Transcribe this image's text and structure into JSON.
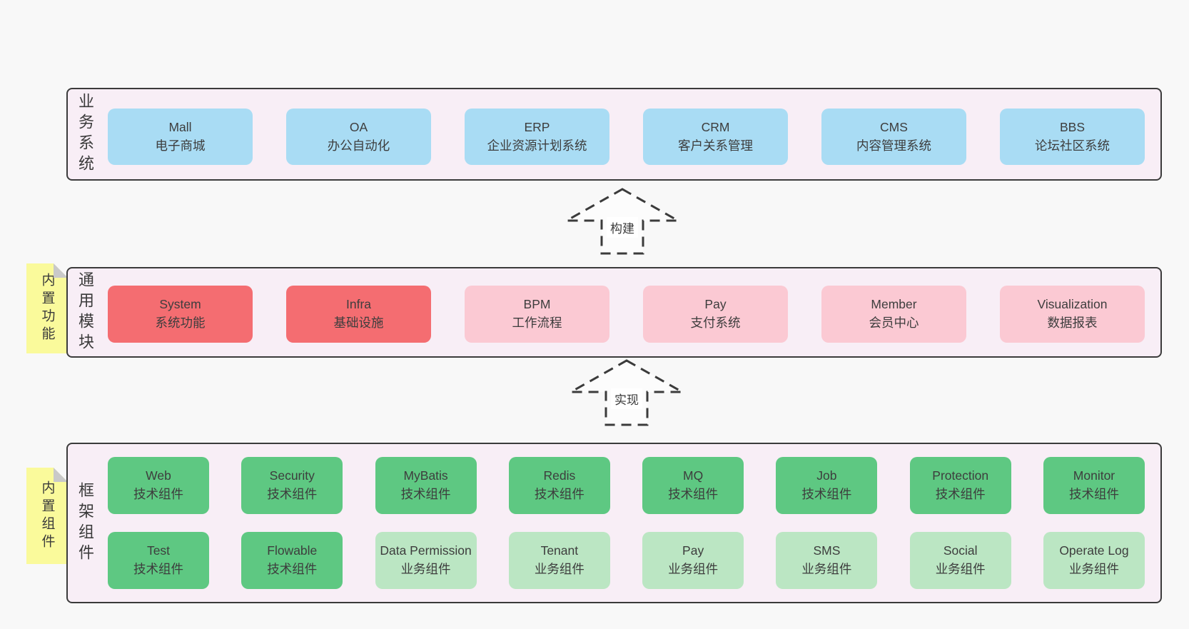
{
  "diagram": {
    "bands": {
      "business": {
        "label": "业务系统",
        "boxes": [
          {
            "title": "Mall",
            "subtitle": "电子商城"
          },
          {
            "title": "OA",
            "subtitle": "办公自动化"
          },
          {
            "title": "ERP",
            "subtitle": "企业资源计划系统"
          },
          {
            "title": "CRM",
            "subtitle": "客户关系管理"
          },
          {
            "title": "CMS",
            "subtitle": "内容管理系统"
          },
          {
            "title": "BBS",
            "subtitle": "论坛社区系统"
          }
        ]
      },
      "modules": {
        "label": "通用模块",
        "sticky": "内置功能",
        "boxes": [
          {
            "title": "System",
            "subtitle": "系统功能",
            "variant": "red"
          },
          {
            "title": "Infra",
            "subtitle": "基础设施",
            "variant": "red"
          },
          {
            "title": "BPM",
            "subtitle": "工作流程",
            "variant": "pink"
          },
          {
            "title": "Pay",
            "subtitle": "支付系统",
            "variant": "pink"
          },
          {
            "title": "Member",
            "subtitle": "会员中心",
            "variant": "pink"
          },
          {
            "title": "Visualization",
            "subtitle": "数据报表",
            "variant": "pink"
          }
        ]
      },
      "framework": {
        "label": "框架组件",
        "sticky": "内置组件",
        "row1": [
          {
            "title": "Web",
            "subtitle": "技术组件",
            "variant": "green"
          },
          {
            "title": "Security",
            "subtitle": "技术组件",
            "variant": "green"
          },
          {
            "title": "MyBatis",
            "subtitle": "技术组件",
            "variant": "green"
          },
          {
            "title": "Redis",
            "subtitle": "技术组件",
            "variant": "green"
          },
          {
            "title": "MQ",
            "subtitle": "技术组件",
            "variant": "green"
          },
          {
            "title": "Job",
            "subtitle": "技术组件",
            "variant": "green"
          },
          {
            "title": "Protection",
            "subtitle": "技术组件",
            "variant": "green"
          },
          {
            "title": "Monitor",
            "subtitle": "技术组件",
            "variant": "green"
          }
        ],
        "row2": [
          {
            "title": "Test",
            "subtitle": "技术组件",
            "variant": "green"
          },
          {
            "title": "Flowable",
            "subtitle": "技术组件",
            "variant": "green"
          },
          {
            "title": "Data Permission",
            "subtitle": "业务组件",
            "variant": "light-green"
          },
          {
            "title": "Tenant",
            "subtitle": "业务组件",
            "variant": "light-green"
          },
          {
            "title": "Pay",
            "subtitle": "业务组件",
            "variant": "light-green"
          },
          {
            "title": "SMS",
            "subtitle": "业务组件",
            "variant": "light-green"
          },
          {
            "title": "Social",
            "subtitle": "业务组件",
            "variant": "light-green"
          },
          {
            "title": "Operate Log",
            "subtitle": "业务组件",
            "variant": "light-green"
          }
        ]
      }
    },
    "arrows": {
      "build": "构建",
      "implement": "实现"
    },
    "colors": {
      "page_bg": "#f8f8f8",
      "band_bg": "#f8eef6",
      "band_border": "#3b3b3b",
      "box_blue": "#a9dcf4",
      "box_red": "#f46d71",
      "box_pink": "#fbc9d3",
      "box_green": "#5ec882",
      "box_light_green": "#bbe6c3",
      "sticky_yellow": "#fafa9b",
      "sticky_fold": "#c9c9c9",
      "text": "#3d3d3d"
    }
  }
}
